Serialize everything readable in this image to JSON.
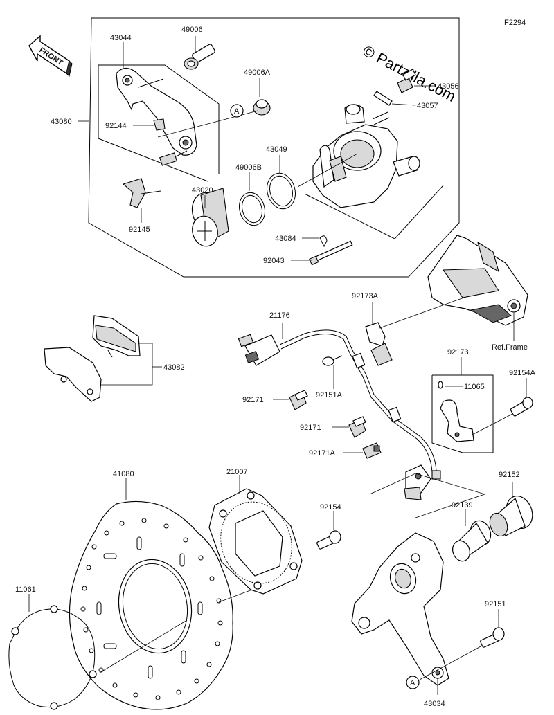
{
  "figure_code": "F2294",
  "watermark": "© Partzilla.com",
  "front_label": "FRONT",
  "callout_letter": "A",
  "ref_frame": "Ref.Frame",
  "parts": {
    "p43080": "43080",
    "p43044": "43044",
    "p49006": "49006",
    "p49006A": "49006A",
    "p43056": "43056",
    "p43057": "43057",
    "p92144": "92144",
    "p43049": "43049",
    "p49006B": "49006B",
    "p43020": "43020",
    "p92145": "92145",
    "p43084": "43084",
    "p92043": "92043",
    "p92173A": "92173A",
    "p21176": "21176",
    "p43082": "43082",
    "p92173": "92173",
    "p92154A": "92154A",
    "p11065": "11065",
    "p92151A": "92151A",
    "p92171a": "92171",
    "p92171b": "92171",
    "p92171A": "92171A",
    "p41080": "41080",
    "p21007": "21007",
    "p92152": "92152",
    "p92154": "92154",
    "p92139": "92139",
    "p11061": "11061",
    "p92151": "92151",
    "p43034": "43034"
  }
}
